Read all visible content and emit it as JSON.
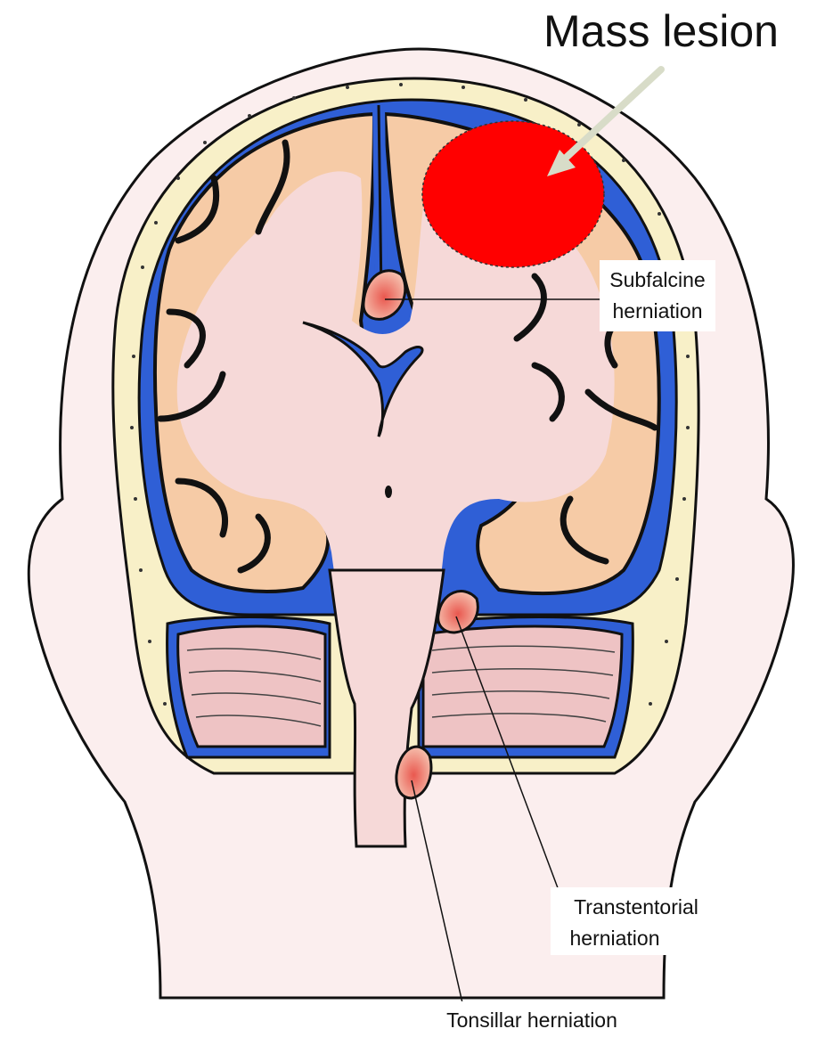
{
  "figure": {
    "title": "Mass lesion",
    "labels": {
      "subfalcine_line1": "Subfalcine",
      "subfalcine_line2": "herniation",
      "transtentorial_line1": "Transtentorial",
      "transtentorial_line2": "herniation",
      "tonsillar": "Tonsillar herniation"
    }
  },
  "colors": {
    "skin": "#fbeeee",
    "outline": "#111111",
    "skull_bone": "#f8f0c8",
    "csf_blue": "#2f5fd6",
    "cortex_gray": "#f6cba6",
    "white_matter": "#f6d9d8",
    "cerebellum": "#eec3c4",
    "mass": "#ff0000",
    "herniation": "#ef8a7c",
    "arrow": "#d8dcc8"
  },
  "icons": {
    "arrow": "arrow-pointing-to-mass-icon"
  }
}
